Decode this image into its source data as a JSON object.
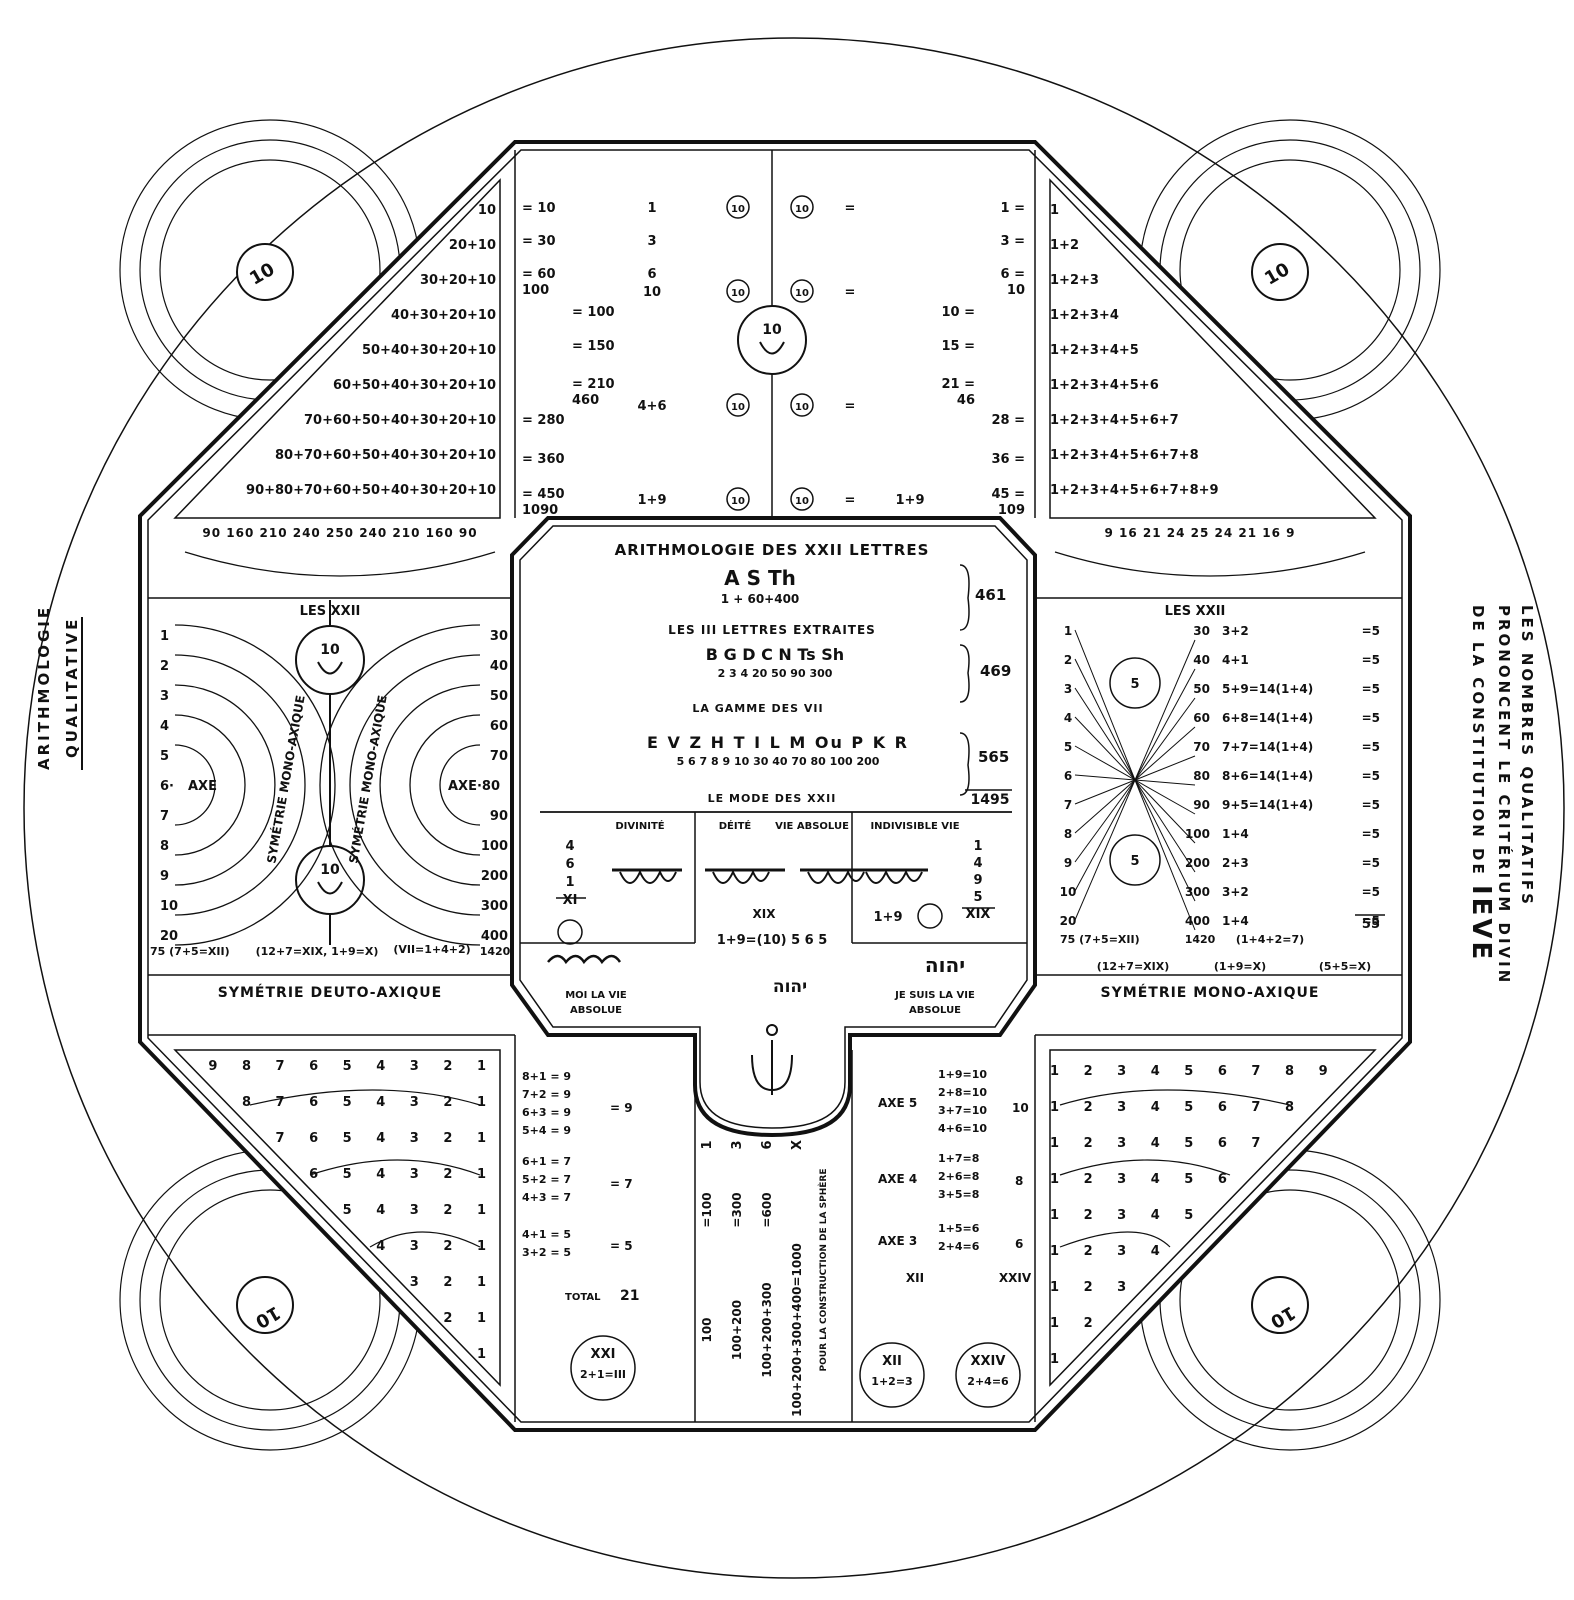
{
  "side_left": {
    "line1": "ARITHMOLOGIE",
    "line2": "QUALITATIVE"
  },
  "side_right": {
    "line1": "LES NOMBRES QUALITATIFS",
    "line2": "PRONONCENT LE CRITÉRIUM DIVIN",
    "line3": "DE LA CONSTITUTION DE",
    "line3b": "IEVE"
  },
  "center": {
    "title": "ARITHMOLOGIE DES XXII LETTRES",
    "extracted_letters": "A   S   Th",
    "extracted_values": "1 + 60+400",
    "extracted_total": "461",
    "extracted_caption": "LES III LETTRES EXTRAITES",
    "seven_letters": "B  G  D  C  N  Ts  Sh",
    "seven_values": "2  3  4  20  50  90  300",
    "seven_total": "469",
    "seven_caption": "LA GAMME DES VII",
    "twelve_letters": "E V Z H T I L M Ou P K R",
    "twelve_values": "5 6 7 8 9 10 30 40 70 80 100 200",
    "twelve_total": "565",
    "twelve_caption": "LE MODE DES XXII",
    "grand_total": "1495",
    "divinite": "DIVINITÉ",
    "deite": "DÉITÉ",
    "vie_absolue": "VIE ABSOLUE",
    "indivisible": "INDIVISIBLE VIE",
    "sum_left": [
      "4",
      "6",
      "1",
      "XI"
    ],
    "sum_right": [
      "1",
      "4",
      "9",
      "5",
      "XIX"
    ],
    "mid_xix": "XIX",
    "mid_eq": "1+9=(10) 5 6 5",
    "right_eq": "1+9",
    "moi": "MOI LA VIE",
    "moi2": "ABSOLUE",
    "jesuis": "JE SUIS LA VIE",
    "jesuis2": "ABSOLUE",
    "hebrew": "יהוה"
  },
  "tl": {
    "rows": [
      "(10)",
      "(20)+(10)",
      "(30)+20+(10)",
      "(40)+30+20+(10)",
      "(50)+40+30+20+(10)",
      "(60)+50+40+30+20+(10)",
      "(70)+60+50+40+30+20+(10)",
      "(80)+70+60+50+40+30+20+(10)",
      "(90)+(80)+(70)+(60)+(50)+(40)+(30)+(20)+(10)"
    ],
    "bottom": "90  160  210  240  250  240  210  160  90"
  },
  "tr": {
    "rows": [
      "(1)",
      "(1)+(2)",
      "(1)+2+(3)",
      "(1)+2+3+(4)",
      "(1)+2+3+4+(5)",
      "(1)+2+3+4+5+(6)",
      "(1)+2+3+4+5+6+(7)",
      "(1)+2+3+4+5+6+7+(8)",
      "(1)+2+3+4+5+6+7+8+(9)"
    ],
    "bottom": "9  16  21  24  25  24  21  16  9"
  },
  "top_center": {
    "left_col": [
      "= 10",
      "= 30",
      "= 60",
      "100",
      "= 100",
      "= 150",
      "= 210",
      "460",
      "= 280",
      "= 360",
      "= 450",
      "1090"
    ],
    "left_mid": [
      "1",
      "3",
      "6",
      "10",
      "4+6",
      "1+9"
    ],
    "right_col": [
      "1 =",
      "3 =",
      "6 =",
      "10",
      "10 =",
      "15 =",
      "21 =",
      "46",
      "28 =",
      "36 =",
      "45 =",
      "109"
    ],
    "right_mid": "1+9",
    "eq": "="
  },
  "left_panel": {
    "title": "LES XXII",
    "nums_left": [
      "1",
      "2",
      "3",
      "4",
      "5",
      "6·",
      "7",
      "8",
      "9",
      "10",
      "20"
    ],
    "axe_left": "AXE",
    "axe_right": "AXE·80",
    "nums_right": [
      "30",
      "40",
      "50",
      "60",
      "70",
      "90",
      "100",
      "200",
      "300",
      "400"
    ],
    "arc_left": "SYMÉTRIE MONO-AXIQUE",
    "arc_right": "SYMÉTRIE MONO-AXIQUE",
    "sum_left": "75 (7+5=XII)",
    "sum_mid": "(12+7=XIX, 1+9=X)",
    "sum_right": "(VII=1+4+2)",
    "sum_total": "1420",
    "caption": "SYMÉTRIE DEUTO-AXIQUE"
  },
  "right_panel": {
    "title": "LES XXII",
    "nums_left": [
      "1",
      "2",
      "3",
      "4",
      "5",
      "6",
      "7",
      "8",
      "9",
      "10",
      "20"
    ],
    "nums_mid": [
      "30",
      "40",
      "50",
      "60",
      "70",
      "80",
      "90",
      "100",
      "200",
      "300",
      "400"
    ],
    "eqs": [
      "3+2",
      "4+1",
      "5+9=14(1+4)",
      "6+8=14(1+4)",
      "7+7=14(1+4)",
      "8+6=14(1+4)",
      "9+5=14(1+4)",
      "1+4",
      "2+3",
      "3+2",
      "1+4"
    ],
    "results": [
      "=5",
      "=5",
      "=5",
      "=5",
      "=5",
      "=5",
      "=5",
      "=5",
      "=5",
      "=5",
      "=5"
    ],
    "total": "55",
    "sum_left": "75 (7+5=XII)",
    "sum_mid": "1420",
    "sum_right": "(1+4+2=7)",
    "line2": [
      "(12+7=XIX)",
      "(1+9=X)",
      "(5+5=X)"
    ],
    "caption": "SYMÉTRIE MONO-AXIQUE"
  },
  "bl": {
    "rows": [
      "9 8 7 6 5 4 3 2 (1)",
      "8 7 6 5 4 3 2 (1)",
      "7 6 5 4 3 2 (1)",
      "6 5 4 3 2 (1)",
      "5 4 3 2 (1)",
      "4 3 2 (1)",
      "3 2 (1)",
      "2 (1)",
      "(1)"
    ],
    "sums9": [
      "8+1 = 9",
      "7+2 = 9",
      "6+3 = 9",
      "5+4 = 9"
    ],
    "r9": "= 9",
    "sums7": [
      "6+1 = 7",
      "5+2 = 7",
      "4+3 = 7"
    ],
    "r7": "= 7",
    "sums5": [
      "4+1 = 5",
      "3+2 = 5"
    ],
    "r5": "= 5",
    "total_label": "TOTAL",
    "total": "21",
    "circle1": "XXI",
    "circle2": "2+1=III"
  },
  "bc": {
    "row1": [
      "1",
      "3",
      "6",
      "X"
    ],
    "row2": [
      "=100",
      "=300",
      "=600",
      "100+200+300+400=1000"
    ],
    "row3": [
      "100",
      "100+200",
      "100+200+300",
      "100+200+300+400=1000"
    ],
    "note": "POUR LA CONSTRUCTION DE LA SPHÈRE"
  },
  "br": {
    "rows": [
      "(1) 2 3 4 5 6 7 8 9",
      "(1) 2 3 4 5 6 7 8",
      "(1) 2 3 4 5 6 7",
      "(1) 2 3 4 5 6",
      "(1) 2 3 4 5",
      "(1) 2 3 4",
      "(1) 2 3",
      "(1) 2",
      "(1)"
    ],
    "axe5": "AXE 5",
    "axe5_eqs": [
      "1+9=10",
      "2+8=10",
      "3+7=10",
      "4+6=10"
    ],
    "axe5_r": "10",
    "axe4": "AXE 4",
    "axe4_eqs": [
      "1+7=8",
      "2+6=8",
      "3+5=8"
    ],
    "axe4_r": "8",
    "axe3": "AXE 3",
    "axe3_eqs": [
      "1+5=6",
      "2+4=6"
    ],
    "axe3_r": "6",
    "sum_a": "XII",
    "sum_b": "XXIV",
    "c1a": "XII",
    "c1b": "1+2=3",
    "c2a": "XXIV",
    "c2b": "2+4=6"
  },
  "corner_glyph": "10"
}
